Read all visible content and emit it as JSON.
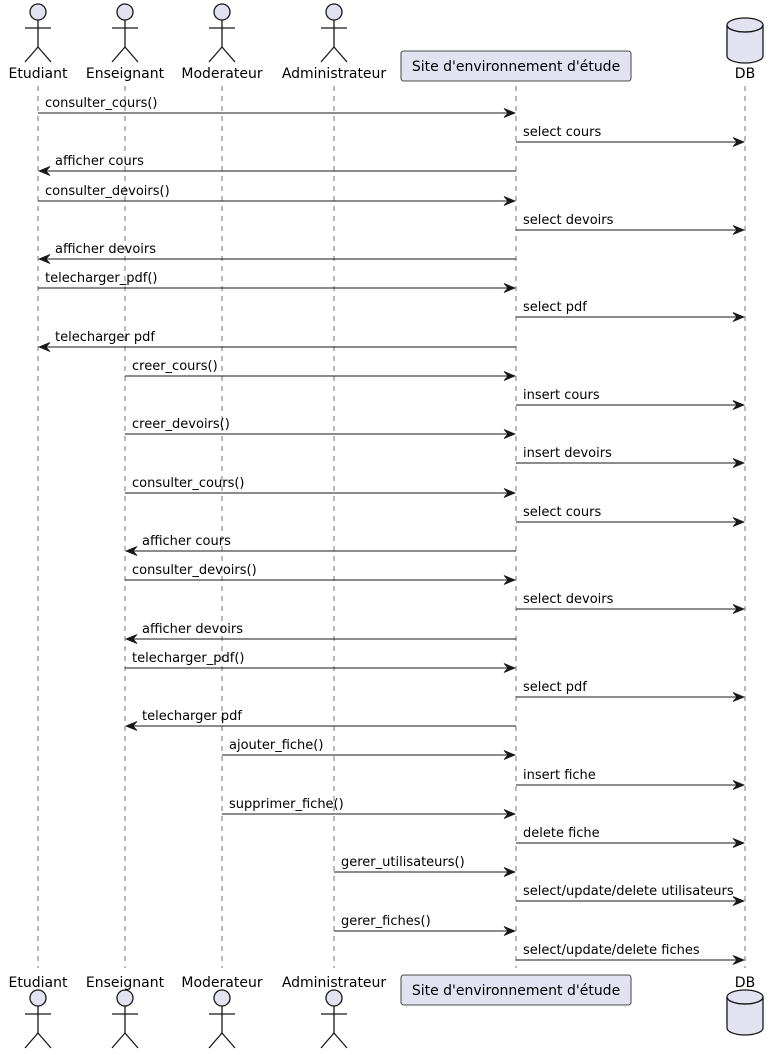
{
  "colors": {
    "participant_fill": "#E2E2F0",
    "participant_stroke": "#181818",
    "lifeline": "#181818",
    "arrow": "#181818"
  },
  "participants": [
    {
      "id": "etudiant",
      "name": "Etudiant",
      "kind": "actor"
    },
    {
      "id": "enseignant",
      "name": "Enseignant",
      "kind": "actor"
    },
    {
      "id": "moderateur",
      "name": "Moderateur",
      "kind": "actor"
    },
    {
      "id": "administrateur",
      "name": "Administrateur",
      "kind": "actor"
    },
    {
      "id": "site",
      "name": "Site d'environnement d'étude",
      "kind": "participant"
    },
    {
      "id": "db",
      "name": "DB",
      "kind": "database"
    }
  ],
  "messages": [
    {
      "from": "etudiant",
      "to": "site",
      "label": "consulter_cours()"
    },
    {
      "from": "site",
      "to": "db",
      "label": "select cours"
    },
    {
      "from": "site",
      "to": "etudiant",
      "label": "afficher cours"
    },
    {
      "from": "etudiant",
      "to": "site",
      "label": "consulter_devoirs()"
    },
    {
      "from": "site",
      "to": "db",
      "label": "select devoirs"
    },
    {
      "from": "site",
      "to": "etudiant",
      "label": "afficher devoirs"
    },
    {
      "from": "etudiant",
      "to": "site",
      "label": "telecharger_pdf()"
    },
    {
      "from": "site",
      "to": "db",
      "label": "select pdf"
    },
    {
      "from": "site",
      "to": "etudiant",
      "label": "telecharger pdf"
    },
    {
      "from": "enseignant",
      "to": "site",
      "label": "creer_cours()"
    },
    {
      "from": "site",
      "to": "db",
      "label": "insert cours"
    },
    {
      "from": "enseignant",
      "to": "site",
      "label": "creer_devoirs()"
    },
    {
      "from": "site",
      "to": "db",
      "label": "insert devoirs"
    },
    {
      "from": "enseignant",
      "to": "site",
      "label": "consulter_cours()"
    },
    {
      "from": "site",
      "to": "db",
      "label": "select cours"
    },
    {
      "from": "site",
      "to": "enseignant",
      "label": "afficher cours"
    },
    {
      "from": "enseignant",
      "to": "site",
      "label": "consulter_devoirs()"
    },
    {
      "from": "site",
      "to": "db",
      "label": "select devoirs"
    },
    {
      "from": "site",
      "to": "enseignant",
      "label": "afficher devoirs"
    },
    {
      "from": "enseignant",
      "to": "site",
      "label": "telecharger_pdf()"
    },
    {
      "from": "site",
      "to": "db",
      "label": "select pdf"
    },
    {
      "from": "site",
      "to": "enseignant",
      "label": "telecharger pdf"
    },
    {
      "from": "moderateur",
      "to": "site",
      "label": "ajouter_fiche()"
    },
    {
      "from": "site",
      "to": "db",
      "label": "insert fiche"
    },
    {
      "from": "moderateur",
      "to": "site",
      "label": "supprimer_fiche()"
    },
    {
      "from": "site",
      "to": "db",
      "label": "delete fiche"
    },
    {
      "from": "administrateur",
      "to": "site",
      "label": "gerer_utilisateurs()"
    },
    {
      "from": "site",
      "to": "db",
      "label": "select/update/delete utilisateurs"
    },
    {
      "from": "administrateur",
      "to": "site",
      "label": "gerer_fiches()"
    },
    {
      "from": "site",
      "to": "db",
      "label": "select/update/delete fiches"
    }
  ]
}
